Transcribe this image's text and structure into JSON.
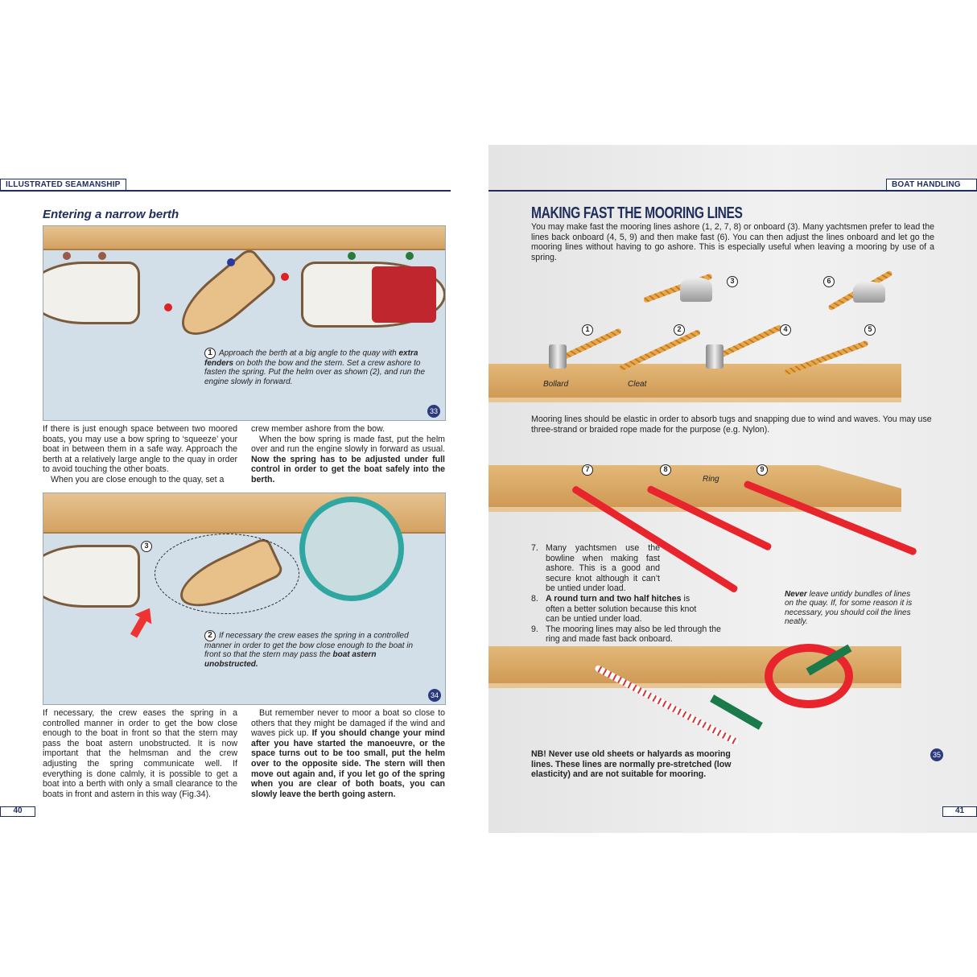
{
  "left_page": {
    "header": "ILLUSTRATED SEAMANSHIP",
    "title": "Entering a narrow berth",
    "page_number": "40",
    "fig33": {
      "number": "33",
      "step": "1",
      "caption_pre": "Approach the berth at a big angle to the quay with ",
      "caption_bold": "extra fenders",
      "caption_post": " on both the bow and the stern. Set a crew ashore to fasten the spring. Put the helm over as shown (2), and run the engine slowly in forward."
    },
    "text1": {
      "col1_p1": "If there is just enough space between two moored boats, you may use a bow spring to ‘squeeze’ your boat in between them in a safe way. Approach the berth at a relatively large angle to the quay in order to avoid touching the other boats.",
      "col1_p2": "When you are close enough to the quay, set a",
      "col2_p1": "crew member ashore from the bow.",
      "col2_p2": "When the bow spring is made fast, put the helm over and run the engine slowly in forward as usual. ",
      "col2_p2_bold": "Now the spring has to be adjusted under full control in order to get the boat safely into the berth."
    },
    "fig34": {
      "number": "34",
      "label3": "3",
      "step": "2",
      "caption_pre": "If necessary the crew eases the spring in a controlled manner in order to get the bow close enough to the boat in front so that the stern may pass the ",
      "caption_bold": "boat astern unobstructed."
    },
    "text2": {
      "col1": "If necessary, the crew eases the spring in a controlled manner in order to get the bow close enough to the boat in front so that the stern may pass the boat astern unobstructed. It is now important that the helmsman and the crew adjusting the spring communicate well. If everything is done calmly, it is possible to get a boat into a berth with only a small clearance to the boats in front and astern in this way (Fig.34).",
      "col2_pre": "But remember never to moor a boat so close to others that they might be damaged if the wind and waves pick up. ",
      "col2_bold": "If you should change your mind after you have started the manoeuvre, or the space turns out to be too small, put the helm over to the opposite side. The stern will then move out again and, if you let go of the spring when you are clear of both boats, you can slowly leave the berth going astern."
    }
  },
  "right_page": {
    "header": "BOAT HANDLING",
    "title": "MAKING FAST THE MOORING LINES",
    "intro": "You may make fast the mooring lines ashore (1, 2, 7, 8) or onboard (3). Many yachtsmen prefer to lead the lines back onboard (4, 5, 9) and then make fast (6). You can then adjust the lines onboard and let go the mooring lines without having to go ashore. This is especially useful when leaving a mooring by use of a spring.",
    "knot_labels": [
      "1",
      "2",
      "3",
      "4",
      "5",
      "6",
      "7",
      "8",
      "9"
    ],
    "bollard_label": "Bollard",
    "cleat_label": "Cleat",
    "ring_label": "Ring",
    "elastic_text": "Mooring lines should be elastic in order to absorb tugs and snapping due to wind and waves. You may use three-strand or braided rope made for the purpose (e.g. Nylon).",
    "list": [
      {
        "n": "7.",
        "pre": "Many yachtsmen use the bowline when making fast ashore. This is a good and secure knot although it can’t be untied under load.",
        "bold": "",
        "post": ""
      },
      {
        "n": "8.",
        "pre": "",
        "bold": "A round turn and two half hitches",
        "post": " is often a better solution because this knot can be untied under load."
      },
      {
        "n": "9.",
        "pre": "The mooring lines may also be led through the ring and made fast back onboard.",
        "bold": "",
        "post": ""
      }
    ],
    "never_bold": "Never",
    "never_text": " leave untidy bundles of lines on the quay. If, for some reason it is necessary, you should coil the lines neatly.",
    "nb_text": "NB! Never use old sheets or halyards as mooring lines. These lines are normally pre-stretched (low elasticity) and are not suitable for mooring.",
    "figure_number": "35",
    "page_number": "41"
  },
  "colors": {
    "navy": "#1f2d5c",
    "rope_red": "#e8242c",
    "rope_gold": "#e0a040",
    "wood": "#d9a766",
    "water": "#d3dfe8"
  }
}
